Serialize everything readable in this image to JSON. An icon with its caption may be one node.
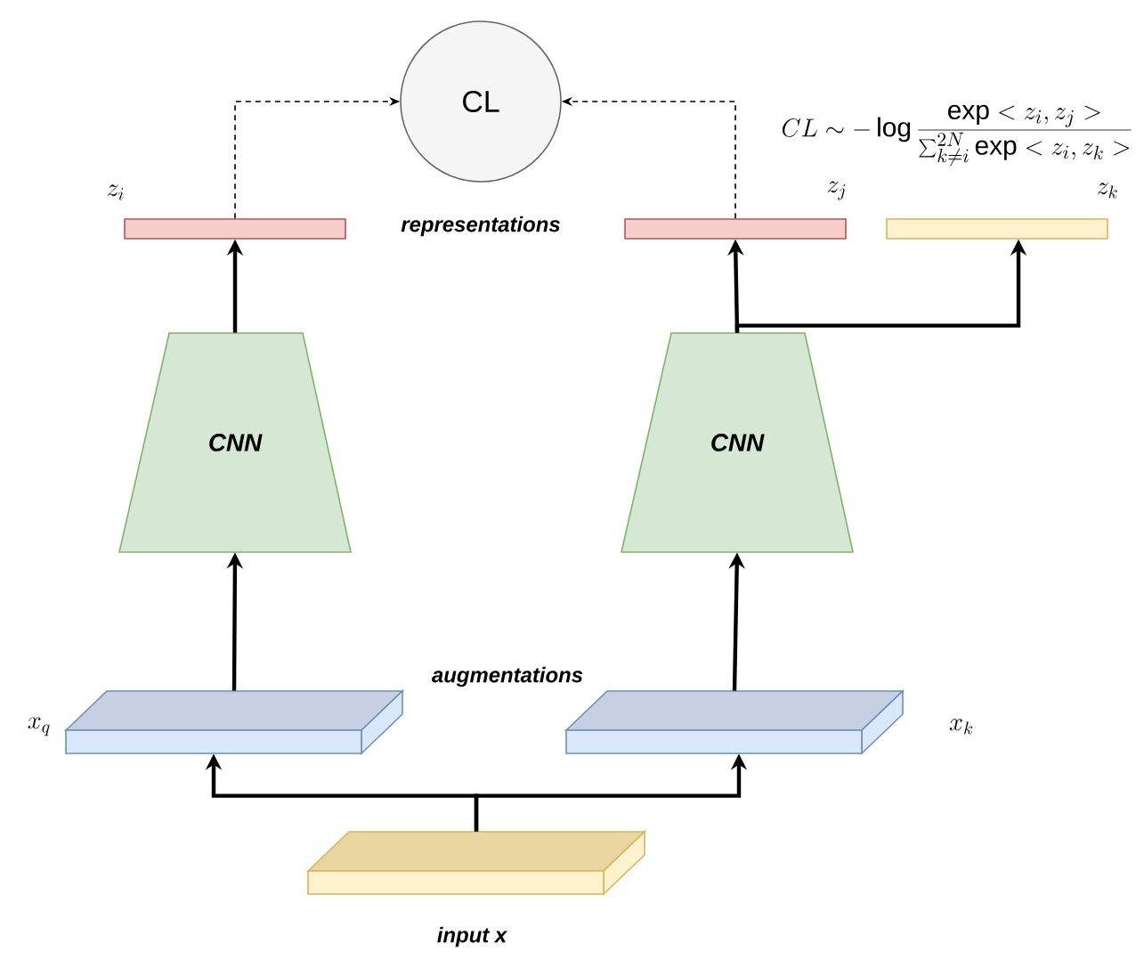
{
  "diagram": {
    "nodes": [
      {
        "text": [
          "CL"
        ]
      },
      {
        "text": [
          "z_i"
        ]
      },
      {
        "text": [
          "z_j"
        ]
      },
      {
        "text": [
          "z_k"
        ]
      },
      {
        "text": [
          "CNN"
        ]
      },
      {
        "text": [
          "CNN"
        ]
      },
      {
        "text": [
          "x_q"
        ]
      },
      {
        "text": [
          "x_k"
        ]
      },
      {
        "text": [
          "input x"
        ]
      }
    ],
    "edges": [
      {
        "from": 8,
        "to": 6,
        "arrow": "to"
      },
      {
        "from": 8,
        "to": 7,
        "arrow": "to"
      },
      {
        "from": 6,
        "to": 4,
        "arrow": "to"
      },
      {
        "from": 7,
        "to": 5,
        "arrow": "to"
      },
      {
        "from": 4,
        "to": 1,
        "arrow": "to"
      },
      {
        "from": 5,
        "to": 2,
        "arrow": "to"
      },
      {
        "from": 5,
        "to": 3,
        "arrow": "to"
      },
      {
        "from": 1,
        "to": 0,
        "arrow": "to",
        "style": "dashed"
      },
      {
        "from": 2,
        "to": 0,
        "arrow": "to",
        "style": "dashed"
      }
    ],
    "labels": [
      "CL \\sim -\\log \\frac{\\exp < z_i, z_j >}{\\sum_{k\\neq i}^{2N} \\exp < z_i, z_k >}",
      "representations",
      "augmentations"
    ]
  }
}
